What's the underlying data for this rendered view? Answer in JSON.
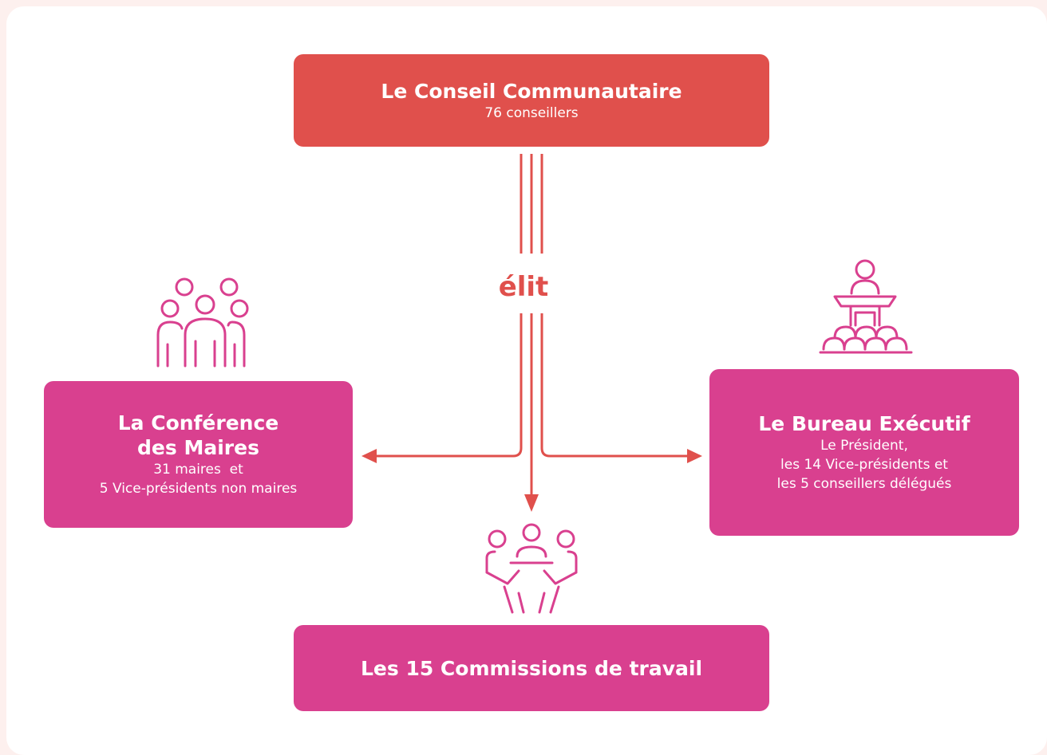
{
  "conseil": {
    "title": "Le Conseil Communautaire",
    "subtitle": "76 conseillers"
  },
  "connector": {
    "label": "élit"
  },
  "conference": {
    "title_line1": "La Conférence",
    "title_line2": "des Maires",
    "sub_line1": "31 maires  et",
    "sub_line2": "5 Vice-présidents non maires"
  },
  "bureau": {
    "title": "Le Bureau Exécutif",
    "sub_line1": "Le Président,",
    "sub_line2": "les 14 Vice-présidents et",
    "sub_line3": "les 5 conseillers délégués"
  },
  "commissions": {
    "title": "Les 15 Commissions de travail"
  },
  "icons": [
    "group-people-icon",
    "speaker-podium-icon",
    "meeting-table-icon"
  ],
  "colors": {
    "red": "#e0504c",
    "magenta": "#d9408f",
    "background": "#fdf0ee"
  }
}
